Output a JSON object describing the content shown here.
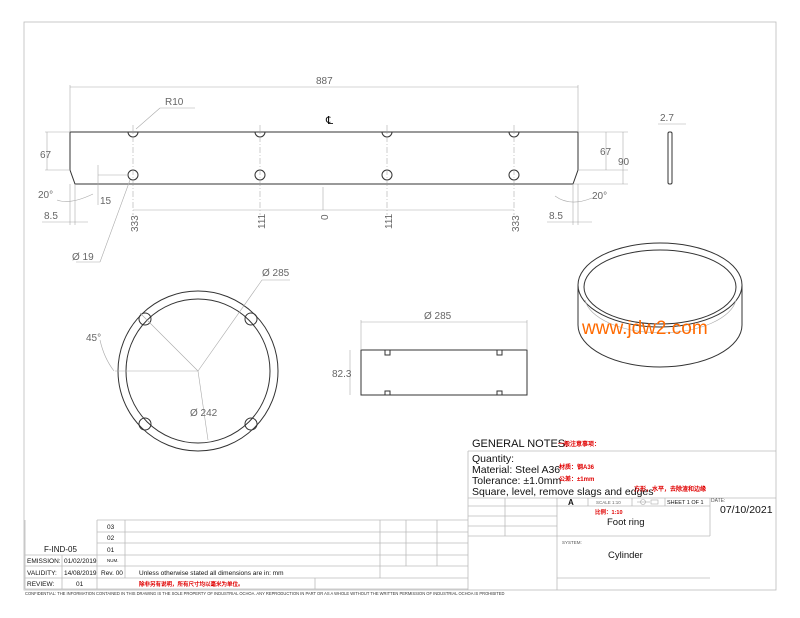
{
  "drawing": {
    "dims": {
      "length": "887",
      "radius": "R10",
      "centerline": "℄",
      "height_67_left": "67",
      "angle_left": "20°",
      "offset_15": "15",
      "chamfer_left": "8.5",
      "hole_dia": "Ø 19",
      "pos_333_left": "333",
      "pos_111_left": "111",
      "pos_0": "0",
      "pos_111_right": "111",
      "pos_333_right": "333",
      "height_67_right": "67",
      "height_90": "90",
      "angle_right": "20°",
      "chamfer_right": "8.5",
      "thickness": "2.7",
      "outer_dia_top": "Ø 285",
      "angle_45": "45°",
      "inner_dia": "Ø 242",
      "side_dia": "Ø 285",
      "side_height": "82.3"
    },
    "watermark": "www.jdw2.com"
  },
  "notes": {
    "title": "GENERAL NOTES:",
    "title_cn": "一般注意事项：",
    "quantity": "Quantity:",
    "material": "Material: Steel A36",
    "material_cn": "材质：钢A36",
    "tolerance": "Tolerance: ±1.0mm",
    "tolerance_cn": "公差：±1mm",
    "finish": "Square, level, remove slags and edges",
    "finish_cn": "方形，水平，去除渣和边缘"
  },
  "title_block": {
    "size": "A",
    "scale": "SCALE 1:10",
    "sheet": "SHEET 1 OF 1",
    "scale_cn": "比例：1:10",
    "part_name": "Foot ring",
    "system_label": "SYSTEM:",
    "system": "Cylinder",
    "date_label": "DATE:",
    "date": "07/10/2021"
  },
  "revision_table": {
    "rows": [
      "03",
      "02",
      "01"
    ],
    "code": "F-IND-05",
    "emission_label": "EMISSION:",
    "emission": "01/02/2019",
    "num_label": "NUM.",
    "validity_label": "VALIDITY:",
    "validity": "14/08/2019",
    "rev": "Rev. 00",
    "units_note": "Unless otherwise stated all dimensions are in:  mm",
    "review_label": "REVIEW:",
    "review": "01",
    "units_note_cn": "除非另有说明，所有尺寸均以毫米为单位。"
  },
  "confidential": "CONFIDENTIAL:  THE INFORMATION CONTAINED IN THIS DRAWING IS THE SOLE PROPERTY OF INDUSTRIAL OCHOA. ANY REPRODUCTION IN PART OR AS A WHOLE WITHOUT THE WRITTEN PERMISSION OF INDUSTRIAL OCHOA IS PROHIBITED",
  "colors": {
    "annotation_cn": "#e00000",
    "watermark": "#ff6a00"
  }
}
